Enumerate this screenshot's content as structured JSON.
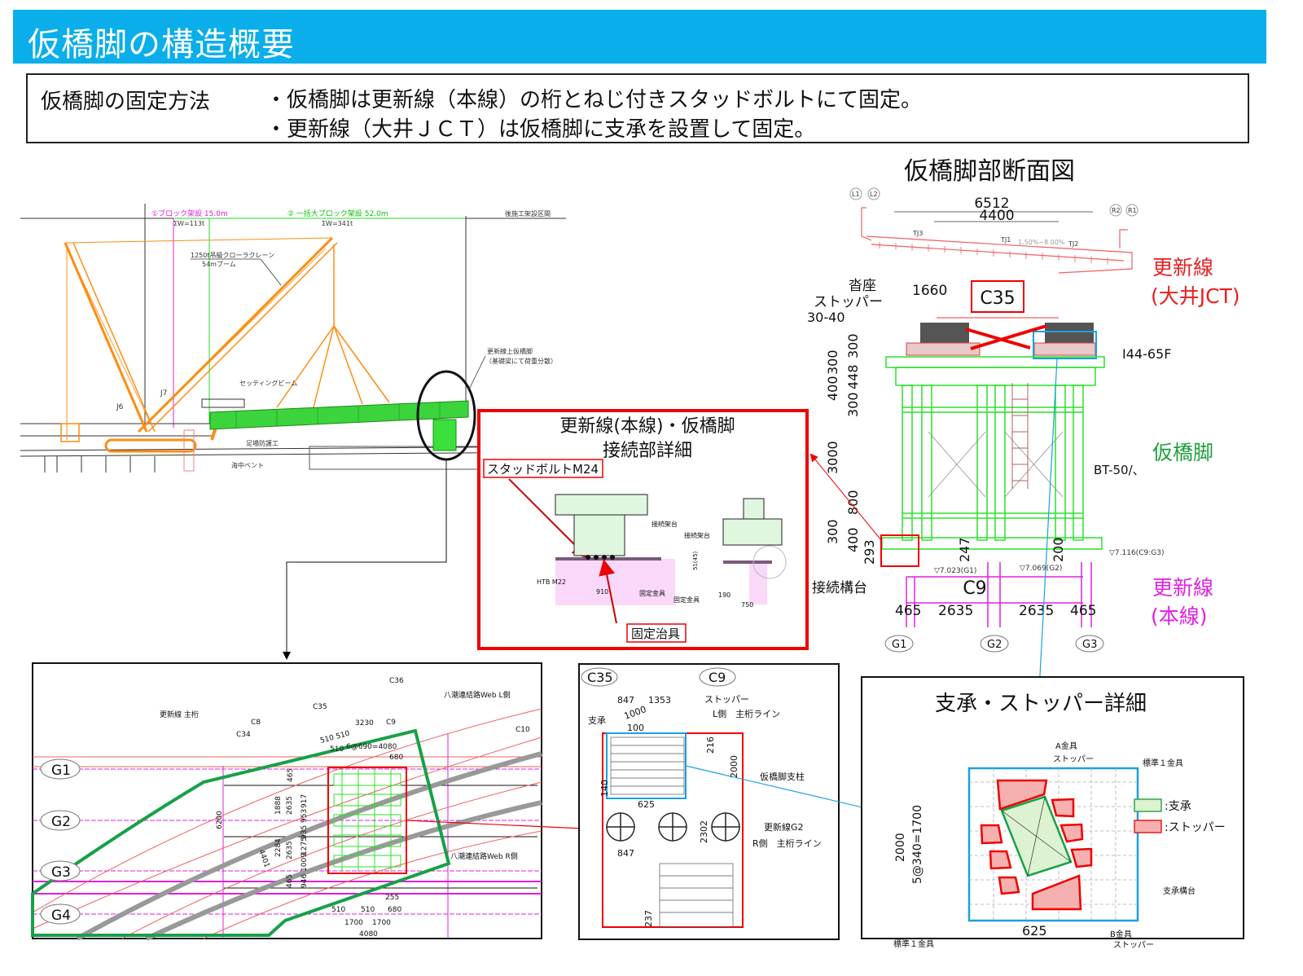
{
  "header": {
    "title": "仮橋脚の構造概要"
  },
  "method": {
    "label": "仮橋脚の固定方法",
    "bullets": [
      "・仮橋脚は更新線（本線）の桁とねじ付きスタッドボルトにて固定。",
      "・更新線（大井ＪＣＴ）は仮橋脚に支承を設置して固定。"
    ]
  },
  "elevation": {
    "stage1": "①ブロック架設 15.0m",
    "stage1_weight": "ΣW=113t",
    "stage2": "② 一括大ブロック架設 52.0m",
    "stage2_weight": "ΣW=341t",
    "later": "後施工架設区間",
    "crane": "1250t吊級クローラクレーン",
    "boom": "54mブーム",
    "setting_beam": "セッティングビーム",
    "scaffold": "足場防護工",
    "sea_bent": "海中ベント",
    "pier_note1": "更新線上仮橋脚",
    "pier_note2": "（基礎梁にて荷重分散）",
    "j6": "J6",
    "j7": "J7"
  },
  "section": {
    "title": "仮橋脚部断面図",
    "dims": [
      "6512",
      "4400",
      "1660",
      "300",
      "300",
      "448",
      "400",
      "300",
      "3000",
      "800",
      "300",
      "400",
      "293",
      "247",
      "200",
      "465",
      "2635",
      "2635",
      "465"
    ],
    "labels": {
      "shoe": "沓座",
      "stopper": "ストッパー",
      "stopper_spec": "30-40",
      "c35": "C35",
      "i_beam": "I44-65F",
      "bt": "BT-50/、",
      "connection": "接続構台",
      "c9": "C9",
      "slope": "1.50%~8.00%",
      "lv1": "▽7.023(G1)",
      "lv2": "▽7.069(G2)",
      "lv3": "▽7.116(C9:G3)",
      "g1": "G1",
      "g2": "G2",
      "g3": "G3",
      "l1": "L1",
      "l2": "L2",
      "r1": "R1",
      "r2": "R2",
      "tj1": "TJ1",
      "tj2": "TJ2",
      "tj3": "TJ3"
    },
    "side_labels": {
      "renewal_oi_1": "更新線",
      "renewal_oi_2": "(大井JCT)",
      "temp_pier": "仮橋脚",
      "renewal_main_1": "更新線",
      "renewal_main_2": "(本線)"
    }
  },
  "detail": {
    "title1": "更新線(本線)・仮橋脚",
    "title2": "接続部詳細",
    "stud": "スタッドボルトM24",
    "jig": "固定治具",
    "frame1": "接続架台",
    "frame2": "接続架台",
    "htb": "HTB M22",
    "dim910": "910",
    "fix1": "固定金具",
    "fix2": "固定金具",
    "dim51": "51(45)",
    "dim190": "190",
    "dim750": "750"
  },
  "plan": {
    "girders": [
      "G1",
      "G2",
      "G3",
      "G4"
    ],
    "main_girder": "更新線 主桁",
    "web_l": "八潮連結路Web L側",
    "web_r": "八潮連結路Web R側",
    "nodes": [
      "C8",
      "C34",
      "C35",
      "C36",
      "C9",
      "C10"
    ],
    "dims": [
      "3230",
      "510 510",
      "510",
      "6@690=4080",
      "680",
      "6200",
      "1888",
      "2635",
      "2284",
      "2635",
      "465",
      "4401",
      "917",
      "953",
      "935",
      "1275",
      "1009",
      "946",
      "465",
      "255",
      "680",
      "510",
      "510",
      "1700",
      "1700",
      "4080"
    ]
  },
  "column_plan": {
    "c35": "C35",
    "c9": "C9",
    "bearing": "支承",
    "stopper": "ストッパー",
    "l_line": "L側　主桁ライン",
    "pier_post": "仮橋脚支柱",
    "g2": "更新線G2",
    "r_line": "R側　主桁ライン",
    "dims": [
      "847",
      "1353",
      "1000",
      "100",
      "216",
      "2000",
      "140",
      "625",
      "2302",
      "847",
      "237"
    ]
  },
  "bearing_detail": {
    "title": "支承・ストッパー詳細",
    "a_fitting": "A金具",
    "stopper": "ストッパー",
    "std1": "標準１金具",
    "std2": "標準１金具",
    "base": "支承構台",
    "b_fitting": "B金具",
    "b_stopper": "ストッパー",
    "dim2000": "2000",
    "dim1700": "5@340=1700",
    "dim625": "625",
    "legend": [
      {
        "label": ":支承",
        "color": "#2BA84A"
      },
      {
        "label": ":ストッパー",
        "color": "#E02020"
      }
    ]
  }
}
